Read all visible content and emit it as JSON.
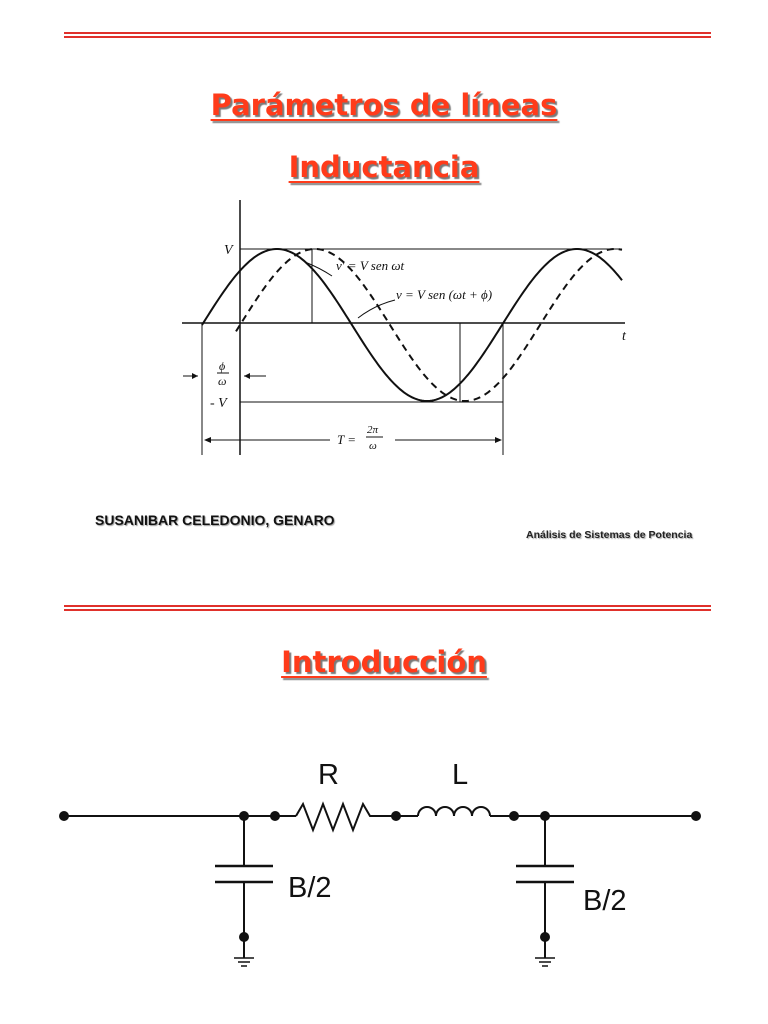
{
  "slide1": {
    "title": "Parámetros de líneas",
    "subtitle": "Inductancia",
    "figure": {
      "label_v": "V",
      "label_neg_v": "- V",
      "label_t": "t",
      "eq1": "v' = V sen ωt",
      "eq2": "v = V sen (ωt + ϕ)",
      "phase_num": "ϕ",
      "phase_den": "ω",
      "period": "T = ",
      "period_num": "2π",
      "period_den": "ω"
    },
    "author": "SUSANIBAR CELEDONIO, GENARO",
    "course": "Análisis  de Sistemas de Potencia"
  },
  "slide2": {
    "title": "Introducción",
    "circuit": {
      "r_label": "R",
      "l_label": "L",
      "b_left": "B/2",
      "b_right": "B/2"
    }
  },
  "colors": {
    "title": "#ff3b1a",
    "rule": "#e0312b",
    "ink": "#111111"
  }
}
